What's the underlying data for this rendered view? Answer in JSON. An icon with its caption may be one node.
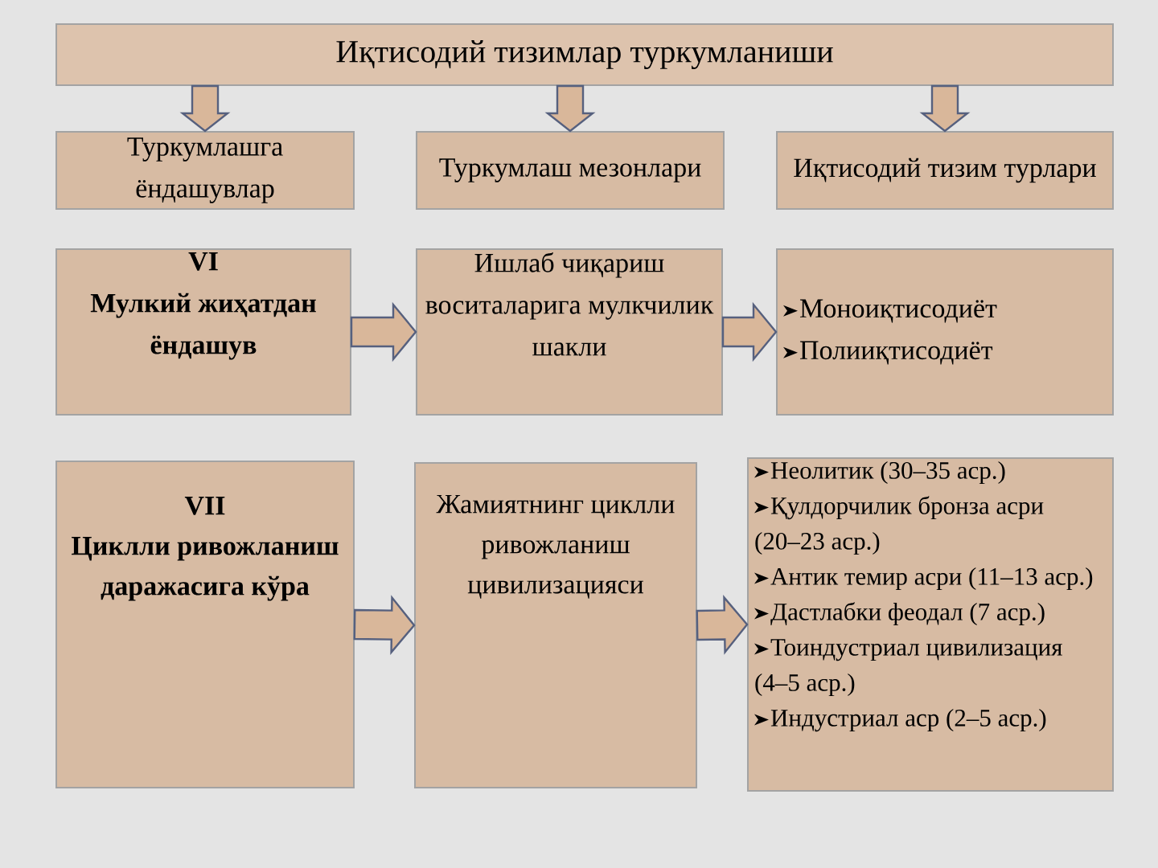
{
  "diagram": {
    "nodes": [
      {
        "text": [
          "Иқтисодий тизимлар туркумланиши"
        ]
      },
      {
        "text": [
          "Туркумлашга ёндашувлар"
        ]
      },
      {
        "text": [
          "Туркумлаш мезонлари"
        ]
      },
      {
        "text": [
          "Иқтисодий тизим турлари"
        ]
      },
      {
        "text": [
          "VI",
          "Мулкий жиҳатдан ёндашув"
        ]
      },
      {
        "text": [
          "Ишлаб чиқариш воситаларига мулкчилик шакли"
        ]
      },
      {
        "text": [
          "Моноиқтисодиёт",
          "Полииқтисодиёт"
        ]
      },
      {
        "text": [
          "VII",
          "Циклли ривожланиш даражасига кўра"
        ]
      },
      {
        "text": [
          "Жамиятнинг циклли ривожланиш цивилизацияси"
        ]
      },
      {
        "text": [
          "Неолитик (30–35 аср.)",
          "Қулдорчилик бронза асри (20–23 аср.)",
          "Антик темир асри (11–13 аср.)",
          "Дастлабки феодал  (7 аср.)",
          "Тоиндустриал цивилизация (4–5 аср.)",
          "Индустриал аср (2–5 аср.)"
        ]
      }
    ],
    "edges": [
      {
        "from": 0,
        "to": 1,
        "arrow": "to"
      },
      {
        "from": 0,
        "to": 2,
        "arrow": "to"
      },
      {
        "from": 0,
        "to": 3,
        "arrow": "to"
      },
      {
        "from": 4,
        "to": 5,
        "arrow": "to"
      },
      {
        "from": 5,
        "to": 6,
        "arrow": "to"
      },
      {
        "from": 7,
        "to": 8,
        "arrow": "to"
      },
      {
        "from": 8,
        "to": 9,
        "arrow": "to"
      }
    ]
  }
}
